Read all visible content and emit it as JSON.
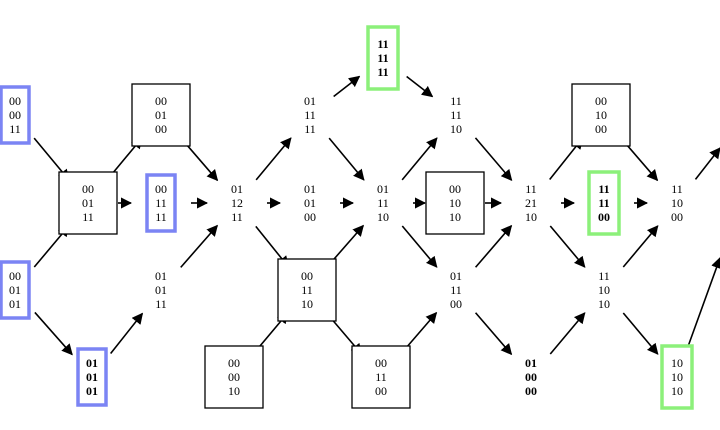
{
  "colors": {
    "line": "#000000",
    "blue_highlight": "#7b84f4",
    "green_highlight": "#8cf07a"
  },
  "matrices": [
    {
      "id": "m1",
      "rows": [
        "00",
        "00",
        "11"
      ],
      "bold": false,
      "highlight": "blue"
    },
    {
      "id": "m2",
      "rows": [
        "00",
        "01",
        "01"
      ],
      "bold": false,
      "highlight": "blue"
    },
    {
      "id": "m3",
      "rows": [
        "00",
        "01",
        "11"
      ],
      "bold": false,
      "highlight": "box"
    },
    {
      "id": "m4",
      "rows": [
        "01",
        "01",
        "01"
      ],
      "bold": true,
      "highlight": "blue"
    },
    {
      "id": "m5",
      "rows": [
        "00",
        "01",
        "00"
      ],
      "bold": false,
      "highlight": "box"
    },
    {
      "id": "m6",
      "rows": [
        "00",
        "11",
        "11"
      ],
      "bold": false,
      "highlight": "blue"
    },
    {
      "id": "m7",
      "rows": [
        "01",
        "12",
        "11"
      ],
      "bold": false,
      "highlight": "none"
    },
    {
      "id": "m8",
      "rows": [
        "01",
        "01",
        "11"
      ],
      "bold": false,
      "highlight": "none"
    },
    {
      "id": "m9",
      "rows": [
        "00",
        "00",
        "10"
      ],
      "bold": false,
      "highlight": "box"
    },
    {
      "id": "m10",
      "rows": [
        "01",
        "11",
        "11"
      ],
      "bold": false,
      "highlight": "none"
    },
    {
      "id": "m11",
      "rows": [
        "01",
        "01",
        "00"
      ],
      "bold": false,
      "highlight": "none"
    },
    {
      "id": "m12",
      "rows": [
        "00",
        "11",
        "10"
      ],
      "bold": false,
      "highlight": "box"
    },
    {
      "id": "m13",
      "rows": [
        "11",
        "11",
        "11"
      ],
      "bold": true,
      "highlight": "green"
    },
    {
      "id": "m14",
      "rows": [
        "01",
        "11",
        "10"
      ],
      "bold": false,
      "highlight": "none"
    },
    {
      "id": "m15",
      "rows": [
        "00",
        "11",
        "00"
      ],
      "bold": false,
      "highlight": "box"
    },
    {
      "id": "m16",
      "rows": [
        "11",
        "11",
        "10"
      ],
      "bold": false,
      "highlight": "none"
    },
    {
      "id": "m17",
      "rows": [
        "00",
        "10",
        "10"
      ],
      "bold": false,
      "highlight": "box"
    },
    {
      "id": "m18",
      "rows": [
        "01",
        "11",
        "00"
      ],
      "bold": false,
      "highlight": "none"
    },
    {
      "id": "m19",
      "rows": [
        "11",
        "21",
        "10"
      ],
      "bold": false,
      "highlight": "none"
    },
    {
      "id": "m20",
      "rows": [
        "01",
        "00",
        "00"
      ],
      "bold": true,
      "highlight": "none"
    },
    {
      "id": "m21",
      "rows": [
        "00",
        "10",
        "00"
      ],
      "bold": false,
      "highlight": "box"
    },
    {
      "id": "m22",
      "rows": [
        "11",
        "11",
        "00"
      ],
      "bold": true,
      "highlight": "green"
    },
    {
      "id": "m23",
      "rows": [
        "11",
        "10",
        "10"
      ],
      "bold": false,
      "highlight": "none"
    },
    {
      "id": "m24",
      "rows": [
        "11",
        "10",
        "00"
      ],
      "bold": false,
      "highlight": "none"
    },
    {
      "id": "m25",
      "rows": [
        "10",
        "10",
        "10"
      ],
      "bold": false,
      "highlight": "green"
    }
  ],
  "edges": [
    [
      "m1",
      "m3"
    ],
    [
      "m2",
      "m3"
    ],
    [
      "m2",
      "m4"
    ],
    [
      "m3",
      "m5"
    ],
    [
      "m3",
      "m6"
    ],
    [
      "m5",
      "m7"
    ],
    [
      "m6",
      "m7"
    ],
    [
      "m4",
      "m8"
    ],
    [
      "m8",
      "m7"
    ],
    [
      "m7",
      "m10"
    ],
    [
      "m7",
      "m11"
    ],
    [
      "m7",
      "m12"
    ],
    [
      "m9",
      "m12"
    ],
    [
      "m10",
      "m13"
    ],
    [
      "m10",
      "m14"
    ],
    [
      "m11",
      "m14"
    ],
    [
      "m12",
      "m14"
    ],
    [
      "m12",
      "m15"
    ],
    [
      "m13",
      "m16"
    ],
    [
      "m14",
      "m16"
    ],
    [
      "m14",
      "m17"
    ],
    [
      "m14",
      "m18"
    ],
    [
      "m15",
      "m18"
    ],
    [
      "m16",
      "m19"
    ],
    [
      "m17",
      "m19"
    ],
    [
      "m18",
      "m19"
    ],
    [
      "m18",
      "m20"
    ],
    [
      "m19",
      "m21"
    ],
    [
      "m19",
      "m22"
    ],
    [
      "m19",
      "m23"
    ],
    [
      "m20",
      "m23"
    ],
    [
      "m21",
      "m24"
    ],
    [
      "m22",
      "m24"
    ],
    [
      "m23",
      "m24"
    ],
    [
      "m23",
      "m25"
    ],
    [
      "m24",
      "out-top"
    ],
    [
      "m25",
      "out-bottom"
    ]
  ]
}
